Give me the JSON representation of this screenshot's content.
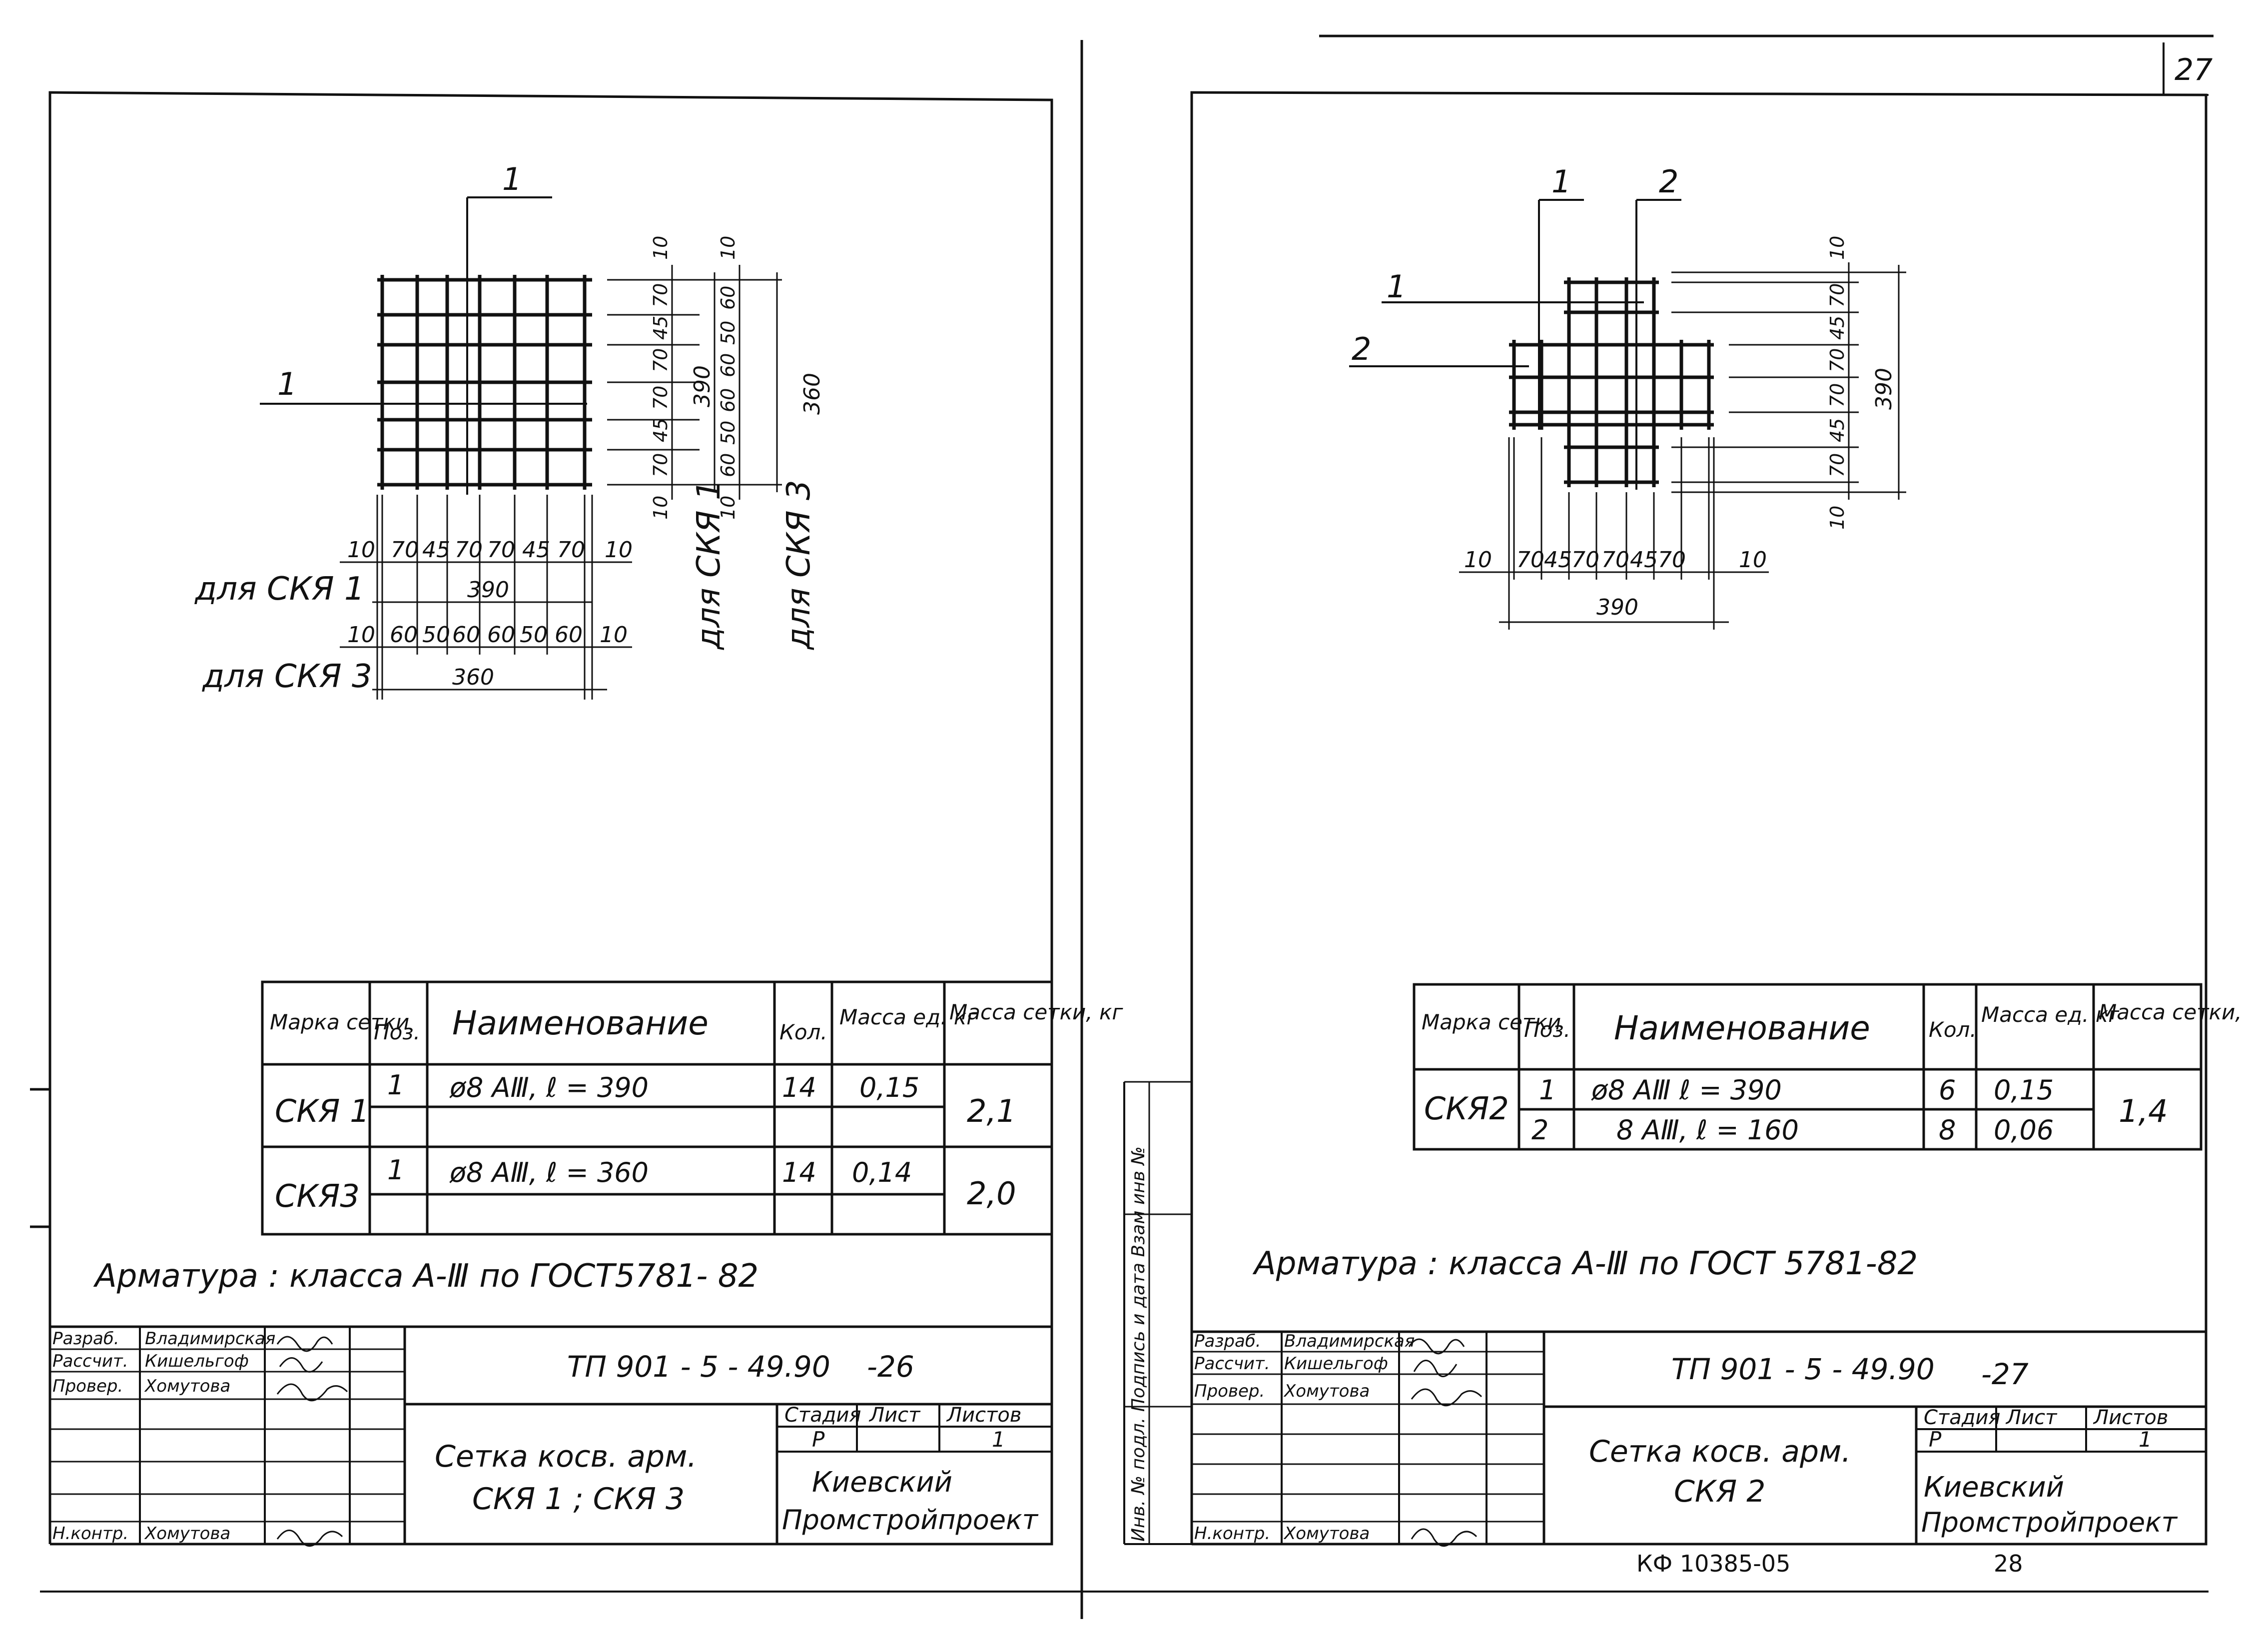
{
  "page_number": "27",
  "bottom_code": "КФ 10385-05",
  "bottom_num": "28",
  "side_stamp": "Инв. № подл. Подпись и дата Взам инв №",
  "sheet_left": {
    "drawing": {
      "section_mark": "1",
      "top_dims_h": [
        "10",
        "70",
        "45",
        "70",
        "70",
        "45",
        "70",
        "10"
      ],
      "bottom_dims_h": [
        "10",
        "60",
        "50",
        "60",
        "60",
        "50",
        "60",
        "10"
      ],
      "total_h1": "390",
      "total_h2": "360",
      "caption_1": "для СКЯ 1",
      "caption_3": "для СКЯ 3",
      "dims_v1": [
        "10",
        "70",
        "45",
        "70",
        "70",
        "45",
        "70",
        "10"
      ],
      "dims_v2": [
        "10",
        "60",
        "50",
        "60",
        "60",
        "50",
        "60",
        "10"
      ],
      "total_v1": "390",
      "total_v2": "360",
      "vcaption_1": "для СКЯ 1",
      "vcaption_3": "для СКЯ 3"
    },
    "table": {
      "headers": [
        "Марка сетки",
        "Поз.",
        "Наименование",
        "Кол.",
        "Масса ед. кг",
        "Масса сетки, кг"
      ],
      "rows": [
        {
          "mark": "СКЯ 1",
          "pos": "1",
          "name": "ø8 AⅢ,  ℓ = 390",
          "qty": "14",
          "mass": "0,15",
          "total": "2,1"
        },
        {
          "mark": "СКЯ3",
          "pos": "1",
          "name": "ø8 AⅢ,  ℓ = 360",
          "qty": "14",
          "mass": "0,14",
          "total": "2,0"
        }
      ]
    },
    "note": "Арматура :  класса   А-Ⅲ   по   ГОСТ5781- 82",
    "title_block": {
      "roles": [
        "Разраб.",
        "Рассчит.",
        "Провер.",
        "",
        "",
        "",
        "Н.контр."
      ],
      "names": [
        "Владимирская",
        "Кишельгоф",
        "Хомутова",
        "",
        "",
        "",
        "Хомутова"
      ],
      "code": "ТП 901 - 5 - 49.90",
      "sheet_suffix": "-26",
      "title_line1": "Сетка  косв. арм.",
      "title_line2": "СКЯ 1 ;  СКЯ 3",
      "stage_hdr": "Стадия",
      "sheet_hdr": "Лист",
      "sheets_hdr": "Листов",
      "stage": "Р",
      "sheets": "1",
      "org1": "Киевский",
      "org2": "Промстройпроект"
    }
  },
  "sheet_right": {
    "drawing": {
      "marks": [
        "1",
        "2",
        "1",
        "2"
      ],
      "dims_h": [
        "10",
        "70",
        "45",
        "70",
        "70",
        "45",
        "70",
        "10"
      ],
      "total_h": "390",
      "dims_v": [
        "10",
        "70",
        "45",
        "70",
        "70",
        "45",
        "70",
        "10"
      ],
      "total_v": "390"
    },
    "table": {
      "headers": [
        "Марка сетки",
        "Поз.",
        "Наименование",
        "Кол.",
        "Масса ед. кг",
        "Масса сетки, кг"
      ],
      "mark": "СКЯ2",
      "total": "1,4",
      "rows": [
        {
          "pos": "1",
          "name": "ø8 AⅢ    ℓ = 390",
          "qty": "6",
          "mass": "0,15"
        },
        {
          "pos": "2",
          "name": "8 AⅢ,  ℓ = 160",
          "qty": "8",
          "mass": "0,06"
        }
      ]
    },
    "note": "Арматура :  класса    А-Ⅲ   по   ГОСТ 5781-82",
    "title_block": {
      "roles": [
        "Разраб.",
        "Рассчит.",
        "Провер.",
        "",
        "",
        "",
        "Н.контр."
      ],
      "names": [
        "Владимирская",
        "Кишельгоф",
        "Хомутова",
        "",
        "",
        "",
        "Хомутова"
      ],
      "code": "ТП 901 - 5 - 49.90",
      "sheet_suffix": "-27",
      "title_line1": "Сетка  косв. арм.",
      "title_line2": "СКЯ 2",
      "stage_hdr": "Стадия",
      "sheet_hdr": "Лист",
      "sheets_hdr": "Листов",
      "stage": "Р",
      "sheets": "1",
      "org1": "Киевский",
      "org2": "Промстройпроект"
    }
  }
}
